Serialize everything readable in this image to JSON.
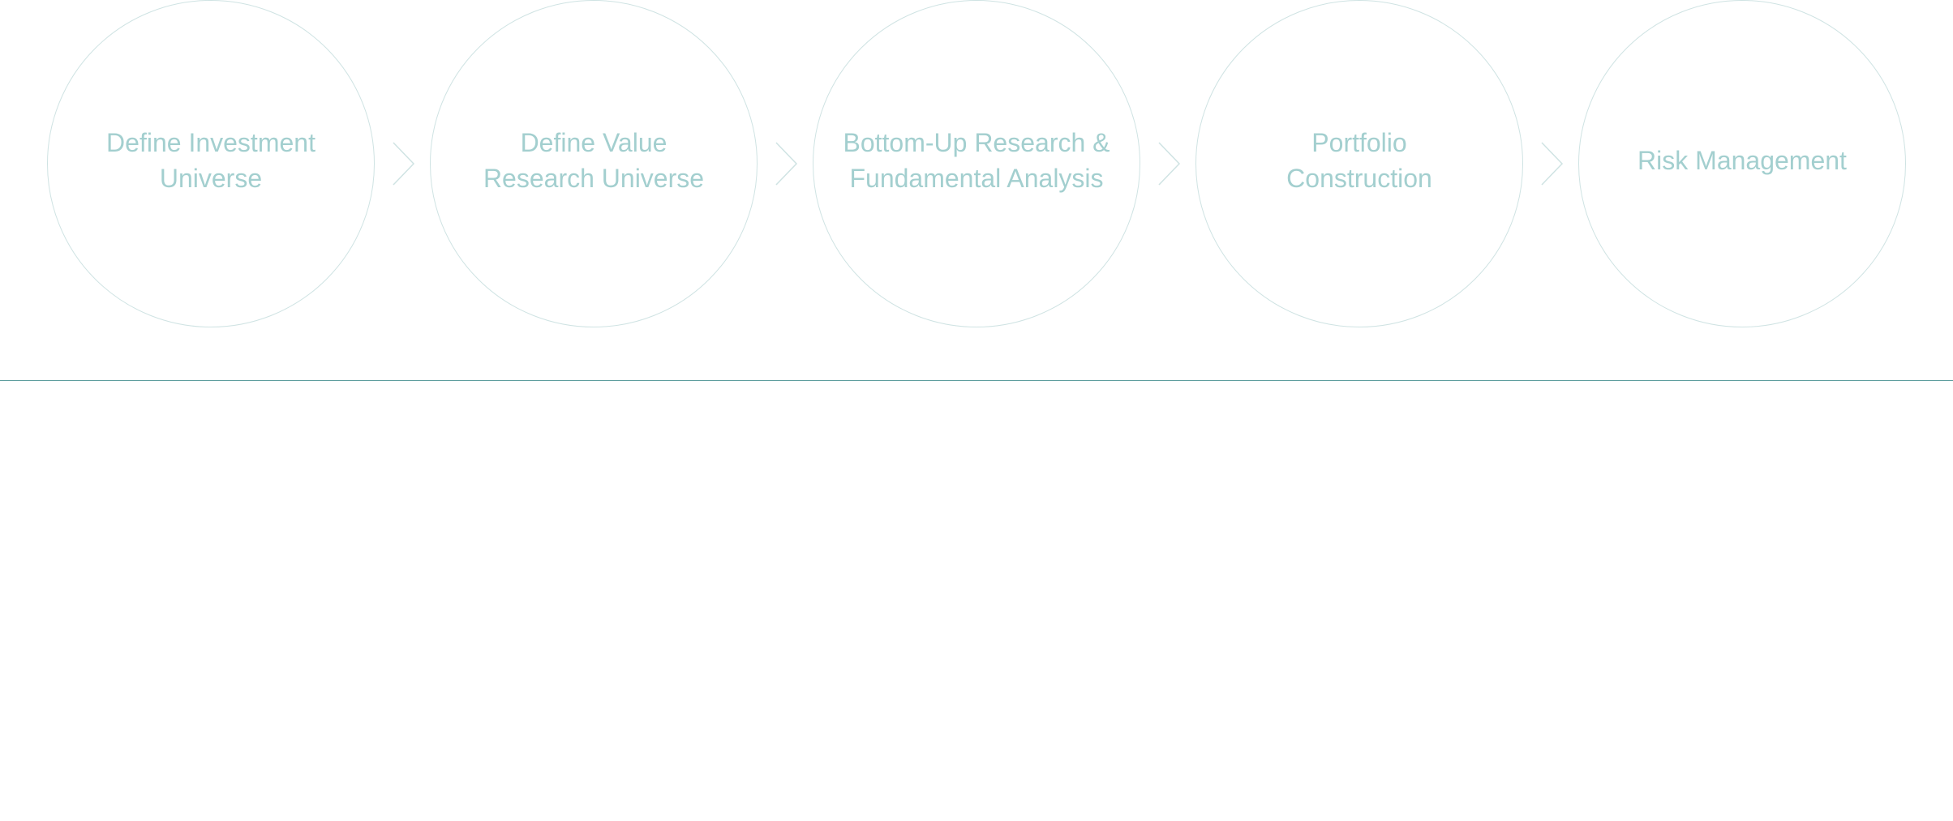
{
  "steps": [
    {
      "label": "Define Investment\nUniverse"
    },
    {
      "label": "Define Value\nResearch Universe"
    },
    {
      "label": "Bottom-Up Research &\nFundamental Analysis"
    },
    {
      "label": "Portfolio\nConstruction"
    },
    {
      "label": "Risk Management"
    }
  ],
  "colors": {
    "circle_stroke": "#cfe3e3",
    "label_text": "#a3cfcf",
    "chevron_stroke": "#cfe3e3",
    "divider": "#5f9e9f"
  },
  "icons": {
    "connector": "chevron-right-icon"
  }
}
